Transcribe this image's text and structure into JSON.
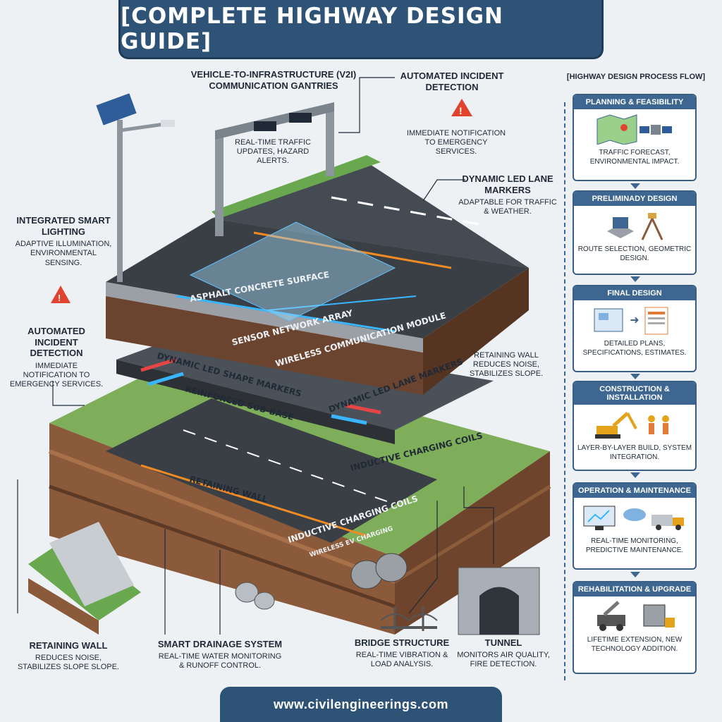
{
  "title": "[COMPLETE HIGHWAY DESIGN GUIDE]",
  "footer": "www.civilengineerings.com",
  "callouts": {
    "v2i": {
      "heading": "VEHICLE-TO-INFRASTRUCTURE (V2I) COMMUNICATION GANTRIES",
      "desc": "REAL-TIME TRAFFIC UPDATES, HAZARD ALERTS."
    },
    "incident_top": {
      "heading": "AUTOMATED INCIDENT DETECTION",
      "desc": "IMMEDIATE NOTIFICATION TO EMERGENCY SERVICES."
    },
    "lane_markers": {
      "heading": "DYNAMIC LED LANE MARKERS",
      "desc": "ADAPTABLE FOR TRAFFIC & WEATHER."
    },
    "lighting": {
      "heading": "INTEGRATED SMART LIGHTING",
      "desc": "ADAPTIVE ILLUMINATION, ENVIRONMENTAL SENSING."
    },
    "incident_left": {
      "heading": "AUTOMATED INCIDENT DETECTION",
      "desc": "IMMEDIATE NOTIFICATION TO EMERGENCY SERVICES."
    },
    "retaining_right": {
      "desc": "RETAINING WALL REDUCES NOISE, STABILIZES SLOPE."
    },
    "retaining_bottom": {
      "heading": "RETAINING WALL",
      "desc": "REDUCES NOISE, STABILIZES SLOPE SLOPE."
    },
    "drainage": {
      "heading": "SMART DRAINAGE SYSTEM",
      "desc": "REAL-TIME WATER MONITORING & RUNOFF CONTROL."
    },
    "bridge": {
      "heading": "BRIDGE STRUCTURE",
      "desc": "REAL-TIME VIBRATION & LOAD ANALYSIS."
    },
    "tunnel": {
      "heading": "TUNNEL",
      "desc": "MONITORS AIR QUALITY, FIRE DETECTION."
    }
  },
  "layers": {
    "surface": "ASPHALT CONCRETE SURFACE",
    "sensor": "SENSOR NETWORK ARRAY",
    "wireless": "WIRELESS COMMUNICATION MODULE",
    "dynamic_left": "DYNAMIC LED SHAPE MARKERS",
    "dynamic_right": "DYNAMIC LED LANE MARKERS",
    "subbase": "REINFORCED SUB-BASE",
    "coils_upper": "INDUCTIVE CHARGING COILS",
    "retaining": "RETAINING WALL",
    "coils_lower": "INDUCTIVE CHARGING COILS",
    "coils_sub": "WIRELESS EV CHARGING"
  },
  "flow": {
    "title": "[HIGHWAY DESIGN PROCESS FLOW]",
    "steps": [
      {
        "name": "PLANNING & FEASIBILITY",
        "desc": "TRAFFIC FORECAST, ENVIRONMENTAL IMPACT."
      },
      {
        "name": "PRELIMINADY DESIGN",
        "desc": "ROUTE SELECTION, GEOMETRIC DESIGN."
      },
      {
        "name": "FINAL DESIGN",
        "desc": "DETAILED PLANS, SPECIFICATIONS, ESTIMATES."
      },
      {
        "name": "CONSTRUCTION & INSTALLATION",
        "desc": "LAYER-BY-LAYER BUILD, SYSTEM INTEGRATION."
      },
      {
        "name": "OPERATION & MAINTENANCE",
        "desc": "REAL-TIME MONITORING, PREDICTIVE MAINTENANCE."
      },
      {
        "name": "REHABILITATION & UPGRADE",
        "desc": "LIFETIME EXTENSION, NEW TECHNOLOGY ADDITION."
      }
    ]
  },
  "colors": {
    "header": "#2e5377",
    "soil": "#8a5a3b",
    "asphalt": "#3a3f45",
    "led_orange": "#f08a24",
    "led_blue": "#39b6ff",
    "grass": "#6aa84f"
  }
}
